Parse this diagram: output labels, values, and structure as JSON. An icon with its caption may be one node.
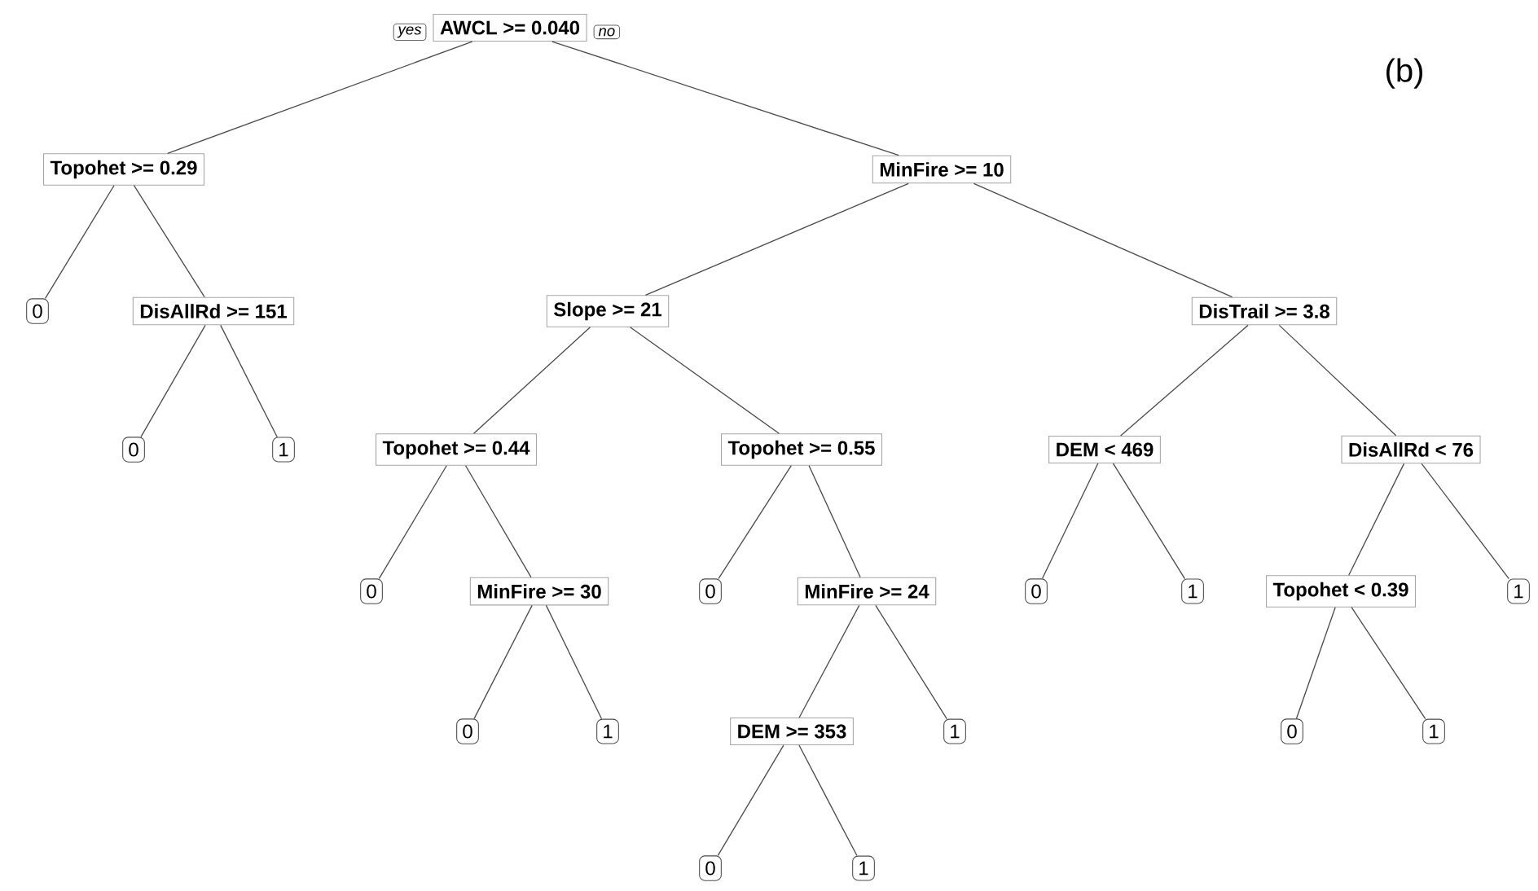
{
  "diagram": {
    "nodes": [
      {
        "text": [
          "AWCL >= 0.040"
        ]
      },
      {
        "text": [
          "Topohet >= 0.29"
        ]
      },
      {
        "text": [
          "MinFire >= 10"
        ]
      },
      {
        "text": [
          "0"
        ]
      },
      {
        "text": [
          "DisAllRd >= 151"
        ]
      },
      {
        "text": [
          "Slope >= 21"
        ]
      },
      {
        "text": [
          "DisTrail >= 3.8"
        ]
      },
      {
        "text": [
          "0"
        ]
      },
      {
        "text": [
          "1"
        ]
      },
      {
        "text": [
          "Topohet >= 0.44"
        ]
      },
      {
        "text": [
          "Topohet >= 0.55"
        ]
      },
      {
        "text": [
          "DEM < 469"
        ]
      },
      {
        "text": [
          "DisAllRd < 76"
        ]
      },
      {
        "text": [
          "0"
        ]
      },
      {
        "text": [
          "MinFire >= 30"
        ]
      },
      {
        "text": [
          "0"
        ]
      },
      {
        "text": [
          "MinFire >= 24"
        ]
      },
      {
        "text": [
          "0"
        ]
      },
      {
        "text": [
          "1"
        ]
      },
      {
        "text": [
          "Topohet < 0.39"
        ]
      },
      {
        "text": [
          "1"
        ]
      },
      {
        "text": [
          "0"
        ]
      },
      {
        "text": [
          "1"
        ]
      },
      {
        "text": [
          "DEM >= 353"
        ]
      },
      {
        "text": [
          "1"
        ]
      },
      {
        "text": [
          "0"
        ]
      },
      {
        "text": [
          "1"
        ]
      },
      {
        "text": [
          "0"
        ]
      },
      {
        "text": [
          "1"
        ]
      }
    ],
    "edges": [
      {
        "from": 0,
        "to": 1,
        "arrow": "none",
        "label": "yes"
      },
      {
        "from": 0,
        "to": 2,
        "arrow": "none",
        "label": "no"
      },
      {
        "from": 1,
        "to": 3,
        "arrow": "none"
      },
      {
        "from": 1,
        "to": 4,
        "arrow": "none"
      },
      {
        "from": 4,
        "to": 7,
        "arrow": "none"
      },
      {
        "from": 4,
        "to": 8,
        "arrow": "none"
      },
      {
        "from": 2,
        "to": 5,
        "arrow": "none"
      },
      {
        "from": 2,
        "to": 6,
        "arrow": "none"
      },
      {
        "from": 5,
        "to": 9,
        "arrow": "none"
      },
      {
        "from": 5,
        "to": 10,
        "arrow": "none"
      },
      {
        "from": 6,
        "to": 11,
        "arrow": "none"
      },
      {
        "from": 6,
        "to": 12,
        "arrow": "none"
      },
      {
        "from": 9,
        "to": 13,
        "arrow": "none"
      },
      {
        "from": 9,
        "to": 14,
        "arrow": "none"
      },
      {
        "from": 10,
        "to": 15,
        "arrow": "none"
      },
      {
        "from": 10,
        "to": 16,
        "arrow": "none"
      },
      {
        "from": 11,
        "to": 17,
        "arrow": "none"
      },
      {
        "from": 11,
        "to": 18,
        "arrow": "none"
      },
      {
        "from": 12,
        "to": 19,
        "arrow": "none"
      },
      {
        "from": 12,
        "to": 20,
        "arrow": "none"
      },
      {
        "from": 14,
        "to": 21,
        "arrow": "none"
      },
      {
        "from": 14,
        "to": 22,
        "arrow": "none"
      },
      {
        "from": 16,
        "to": 23,
        "arrow": "none"
      },
      {
        "from": 16,
        "to": 24,
        "arrow": "none"
      },
      {
        "from": 19,
        "to": 25,
        "arrow": "none"
      },
      {
        "from": 19,
        "to": 26,
        "arrow": "none"
      },
      {
        "from": 23,
        "to": 27,
        "arrow": "none"
      },
      {
        "from": 23,
        "to": 28,
        "arrow": "none"
      }
    ],
    "labels": [
      "(b)"
    ]
  }
}
